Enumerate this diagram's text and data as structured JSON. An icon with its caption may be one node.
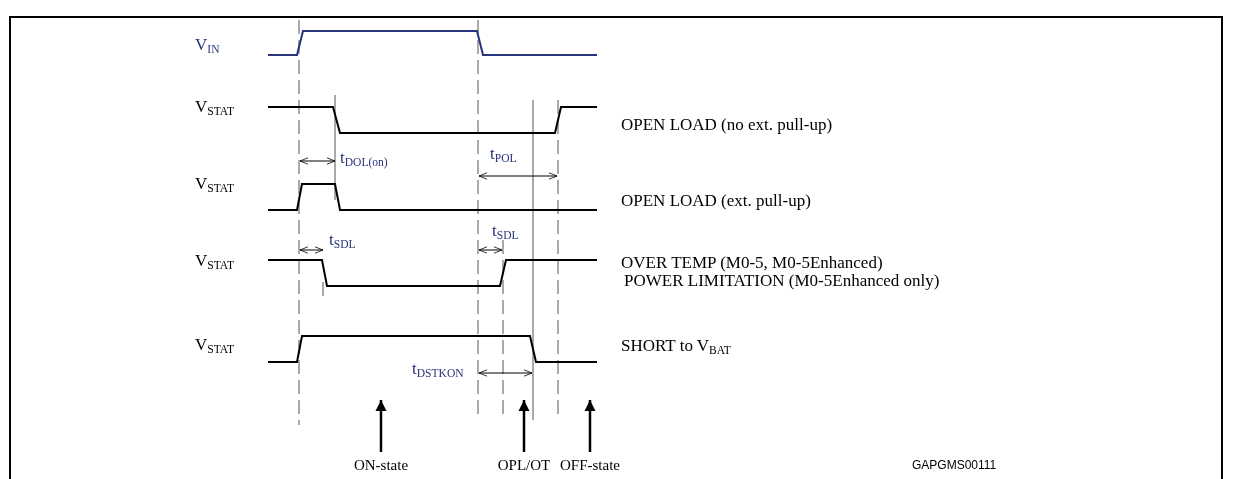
{
  "diagram": {
    "nodes": [
      {
        "text": [
          "ON-state"
        ]
      },
      {
        "text": [
          "OPL/OT"
        ]
      },
      {
        "text": [
          "OFF-state"
        ]
      }
    ],
    "edges": [
      {
        "from": 0,
        "to": null,
        "arrow": "to"
      },
      {
        "from": 1,
        "to": null,
        "arrow": "to"
      },
      {
        "from": 2,
        "to": null,
        "arrow": "to"
      }
    ],
    "labels": [
      "V$_{IN}$",
      "V$_{STAT}$",
      "OPEN LOAD (no ext. pull-up)",
      "t$_{DOL(on)}$",
      "t$_{POL}$",
      "V$_{STAT}$",
      "OPEN LOAD (ext. pull-up)",
      "t$_{SDL}$",
      "t$_{SDL}$",
      "V$_{STAT}$",
      "OVER TEMP  (M0-5, M0-5Enhanced)",
      "POWER LIMITATION (M0-5Enhanced only)",
      "V$_{STAT}$",
      "SHORT to V$_{BAT}$",
      "t$_{DSTKON}$",
      "GAPGMS00111"
    ]
  }
}
